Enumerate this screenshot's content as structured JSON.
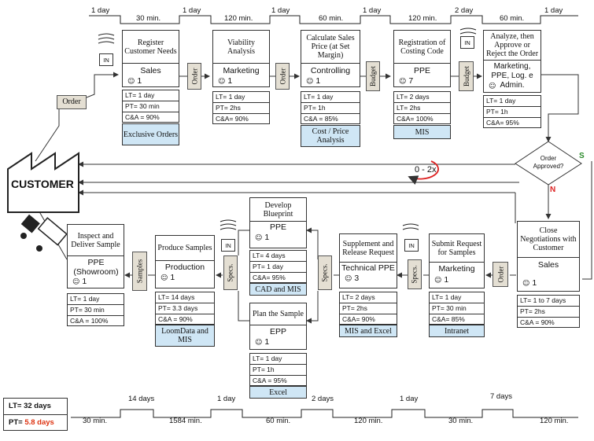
{
  "customer": {
    "label": "CUSTOMER"
  },
  "order_tag": "Order",
  "processes": [
    {
      "title": "Register Customer Needs",
      "dept": "Sales",
      "ops": "1"
    },
    {
      "title": "Viability Analysis",
      "dept": "Marketing",
      "ops": "1"
    },
    {
      "title": "Calculate Sales Price (at Set Margin)",
      "dept": "Controlling",
      "ops": "1"
    },
    {
      "title": "Registration of Costing Code",
      "dept": "PPE",
      "ops": "7"
    },
    {
      "title": "Analyze, then Approve or Reject the Order",
      "dept": "Marketing, PPE, Log. e Admin.",
      "ops": ""
    },
    {
      "title": "Close Negotiations with Customer",
      "dept": "Sales",
      "ops": "1"
    },
    {
      "title": "Submit Request for Samples",
      "dept": "Marketing",
      "ops": "1"
    },
    {
      "title": "Supplement and Release Request",
      "dept": "Technical PPE",
      "ops": "3"
    },
    {
      "title": "Develop Blueprint",
      "dept": "PPE",
      "ops": "1"
    },
    {
      "title": "Plan the Sample",
      "dept": "EPP",
      "ops": "1"
    },
    {
      "title": "Produce Samples",
      "dept": "Production",
      "ops": "1"
    },
    {
      "title": "Inspect and Deliver Sample",
      "dept": "PPE (Showroom)",
      "ops": "1"
    }
  ],
  "data_boxes": [
    [
      "LT= 1 day",
      "PT= 30 min",
      "C&A = 90%"
    ],
    [
      "LT= 1 day",
      "PT= 2hs",
      "C&A= 90%"
    ],
    [
      "LT= 1 day",
      "PT= 1h",
      "C&A = 85%"
    ],
    [
      "LT= 2 days",
      "LT= 2hs",
      "C&A= 100%"
    ],
    [
      "LT= 1 day",
      "PT= 1h",
      "C&A= 95%"
    ],
    [
      "LT= 1 to 7 days",
      "PT= 2hs",
      "C&A = 90%"
    ],
    [
      "LT= 1 day",
      "PT= 30 min",
      "C&A= 85%"
    ],
    [
      "LT= 2 days",
      "PT= 2hs",
      "C&A= 90%"
    ],
    [
      "LT= 4 days",
      "PT= 1 day",
      "C&A= 95%"
    ],
    [
      "LT= 1 day",
      "PT= 1h",
      "C&A = 95%"
    ],
    [
      "LT= 14 days",
      "PT= 3.3 days",
      "C&A = 90%"
    ],
    [
      "LT= 1 day",
      "PT= 30 min",
      "C&A = 100%"
    ]
  ],
  "systems": [
    "Exclusive Orders",
    "Cost / Price Analysis",
    "MIS",
    "Intranet",
    "MIS and Excel",
    "CAD and MIS",
    "Excel",
    "LoomData and MIS"
  ],
  "inventory": [
    "Order",
    "Order",
    "Budget",
    "Budget",
    "Order",
    "Specs.",
    "Specs.",
    "Specs.",
    "Samples"
  ],
  "in_label": "IN",
  "decision": {
    "label": "Order Approved?",
    "yes": "S",
    "no": "N"
  },
  "loop_label": "0 - 2x",
  "top_timeline": {
    "days": [
      "1 day",
      "1 day",
      "1 day",
      "1 day",
      "2 day",
      "1 day"
    ],
    "mins": [
      "30 min.",
      "120 min.",
      "60 min.",
      "120 min.",
      "60 min."
    ]
  },
  "bottom_timeline": {
    "days": [
      "14 days",
      "1 day",
      "2 days",
      "1 day",
      "7 days"
    ],
    "mins": [
      "30 min.",
      "1584 min.",
      "60 min.",
      "120 min.",
      "30 min.",
      "120 min."
    ]
  },
  "summary": {
    "lt": "LT= 32 days",
    "pt_label": "PT= ",
    "pt_value": "5.8 days"
  }
}
